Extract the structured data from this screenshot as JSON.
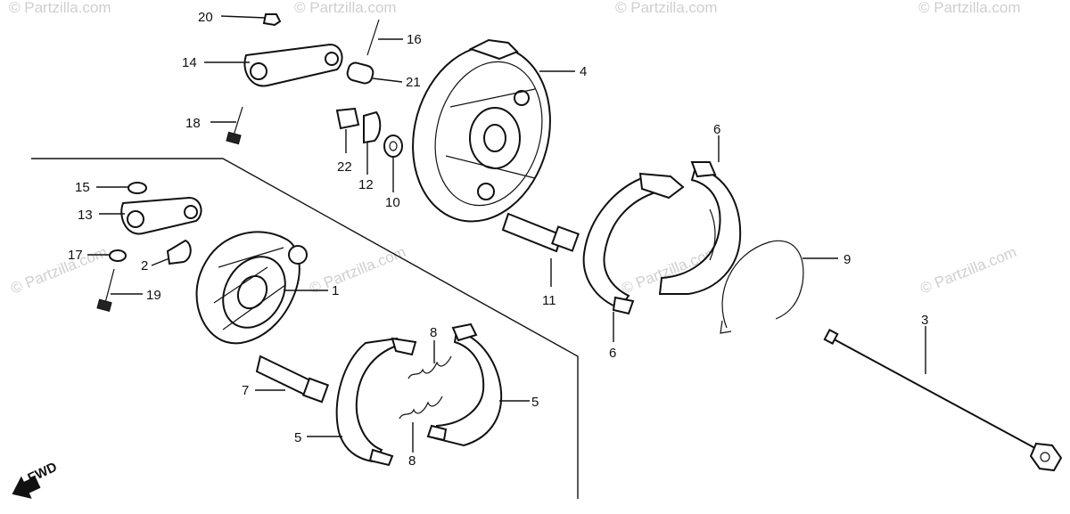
{
  "watermark": "© Partzilla.com",
  "fwd_label": "FWD",
  "callouts": {
    "c1": "1",
    "c2": "2",
    "c3": "3",
    "c4": "4",
    "c5a": "5",
    "c5b": "5",
    "c6a": "6",
    "c6b": "6",
    "c7": "7",
    "c8a": "8",
    "c8b": "8",
    "c9": "9",
    "c10": "10",
    "c11": "11",
    "c12": "12",
    "c13": "13",
    "c14": "14",
    "c15": "15",
    "c16": "16",
    "c17": "17",
    "c18": "18",
    "c19": "19",
    "c20": "20",
    "c21": "21",
    "c22": "22"
  }
}
